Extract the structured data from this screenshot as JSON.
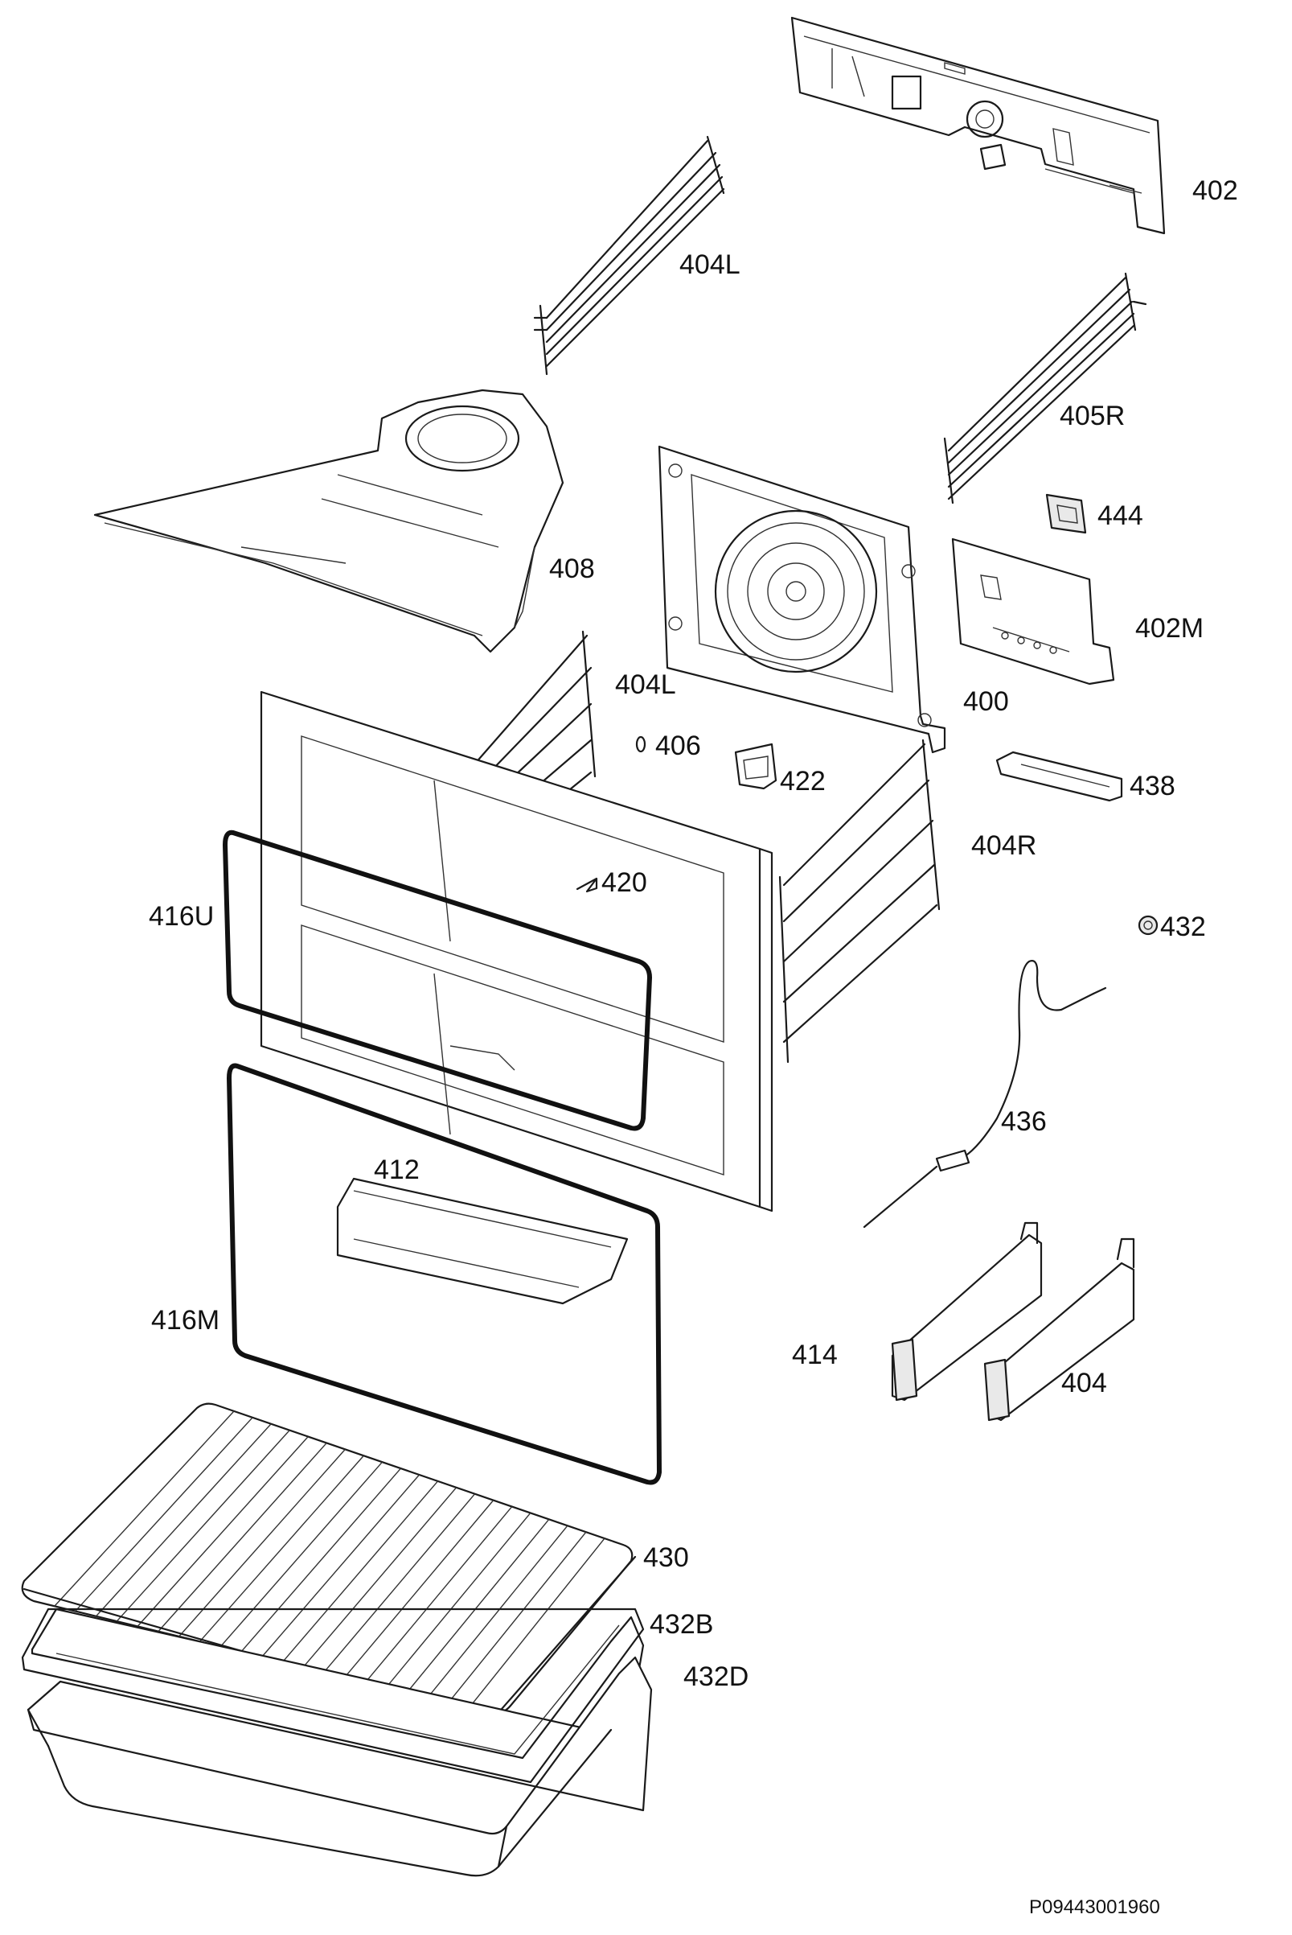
{
  "labels": {
    "p402": "402",
    "p404L_top": "404L",
    "p405R": "405R",
    "p444": "444",
    "p408": "408",
    "p402M": "402M",
    "p404L_mid": "404L",
    "p400": "400",
    "p406": "406",
    "p422": "422",
    "p438": "438",
    "p404R": "404R",
    "p420": "420",
    "p416U": "416U",
    "p432": "432",
    "p436": "436",
    "p412": "412",
    "p416M": "416M",
    "p414": "414",
    "p404": "404",
    "p430": "430",
    "p432B": "432B",
    "p432D": "432D"
  },
  "drawing_code": "P09443001960"
}
